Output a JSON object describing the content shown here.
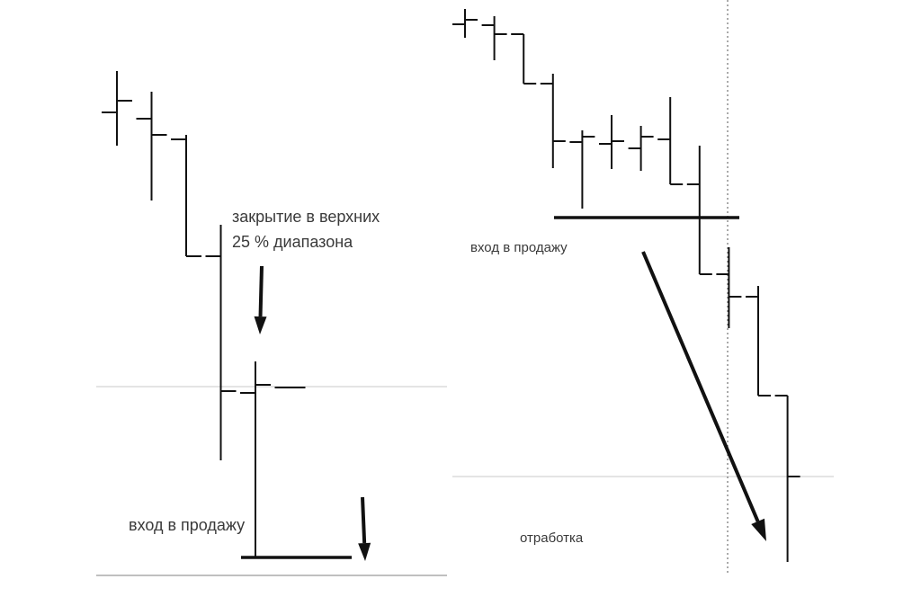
{
  "chart_data": [
    {
      "type": "ohlc",
      "bars": [
        {
          "index": 1,
          "open": 125,
          "high": 79,
          "low": 162,
          "close": 112
        },
        {
          "index": 2,
          "open": 132,
          "high": 102,
          "low": 223,
          "close": 150
        },
        {
          "index": 3,
          "open": 155,
          "high": 150,
          "low": 285,
          "close": 285
        },
        {
          "index": 4,
          "open": 285,
          "high": 250,
          "low": 512,
          "close": 435
        },
        {
          "index": 5,
          "open": 437,
          "high": 402,
          "low": 620,
          "close": 428
        },
        {
          "index": 6,
          "open": 431,
          "high": 431,
          "low": 431,
          "close": 431
        }
      ],
      "horizontal_levels": [
        430,
        640
      ],
      "entry_level": 620,
      "annotations": {
        "close_note_line1": "закрытие в верхних",
        "close_note_line2": "25 % диапазона",
        "entry_label": "вход в продажу"
      },
      "arrows": [
        "down",
        "down"
      ]
    },
    {
      "type": "ohlc",
      "bars": [
        {
          "index": 1,
          "open": 27,
          "high": 10,
          "low": 42,
          "close": 22
        },
        {
          "index": 2,
          "open": 28,
          "high": 18,
          "low": 67,
          "close": 38
        },
        {
          "index": 3,
          "open": 38,
          "high": 38,
          "low": 93,
          "close": 93
        },
        {
          "index": 4,
          "open": 93,
          "high": 82,
          "low": 187,
          "close": 157
        },
        {
          "index": 5,
          "open": 158,
          "high": 145,
          "low": 232,
          "close": 152
        },
        {
          "index": 6,
          "open": 160,
          "high": 128,
          "low": 188,
          "close": 157
        },
        {
          "index": 7,
          "open": 165,
          "high": 140,
          "low": 190,
          "close": 152
        },
        {
          "index": 8,
          "open": 155,
          "high": 108,
          "low": 205,
          "close": 205
        },
        {
          "index": 9,
          "open": 205,
          "high": 162,
          "low": 305,
          "close": 305
        },
        {
          "index": 10,
          "open": 305,
          "high": 275,
          "low": 365,
          "close": 330
        },
        {
          "index": 11,
          "open": 330,
          "high": 318,
          "low": 440,
          "close": 440
        },
        {
          "index": 12,
          "open": 440,
          "high": 440,
          "low": 625,
          "close": 530
        }
      ],
      "horizontal_levels": [
        530
      ],
      "entry_level": 242,
      "vertical_marker": true,
      "annotations": {
        "entry_label": "вход в продажу",
        "target_label": "отработка"
      },
      "arrows": [
        "down-right"
      ]
    }
  ]
}
